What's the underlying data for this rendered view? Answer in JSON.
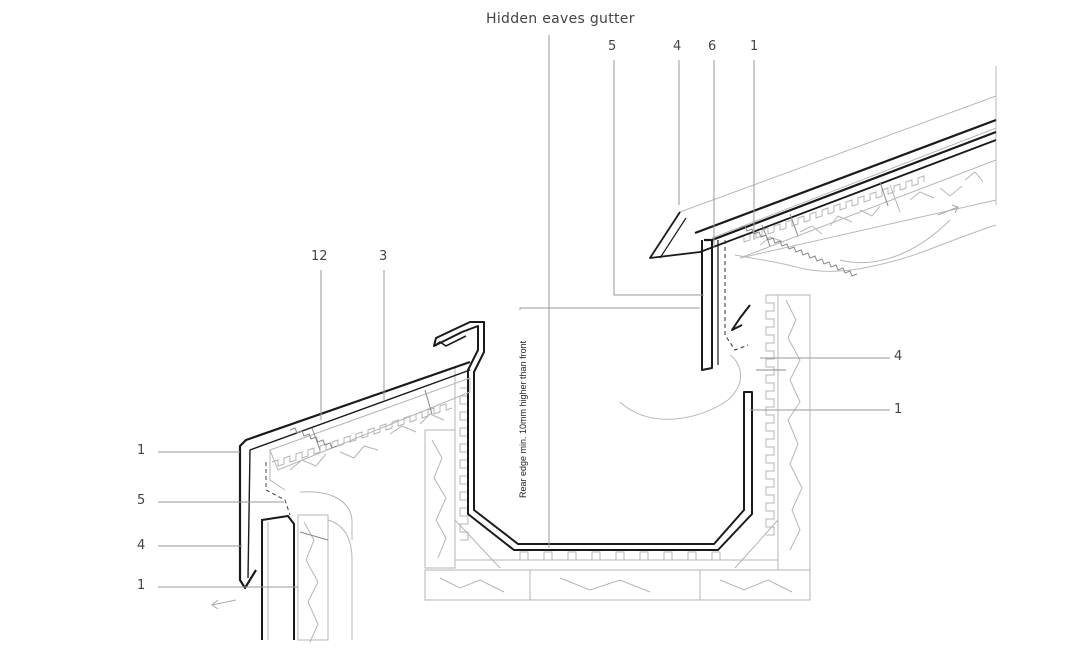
{
  "title": "Hidden eaves gutter",
  "note": "Rear edge min. 10mm higher than front",
  "callouts": {
    "top_5": "5",
    "top_4": "4",
    "top_6": "6",
    "top_1": "1",
    "mid_12": "12",
    "mid_3": "3",
    "right_4": "4",
    "right_1": "1",
    "left_1a": "1",
    "left_5": "5",
    "left_4": "4",
    "left_1b": "1"
  },
  "colors": {
    "sheet_metal": "#1a1a1a",
    "outline": "#b5b5b5",
    "leader": "#888888",
    "text": "#444444"
  }
}
